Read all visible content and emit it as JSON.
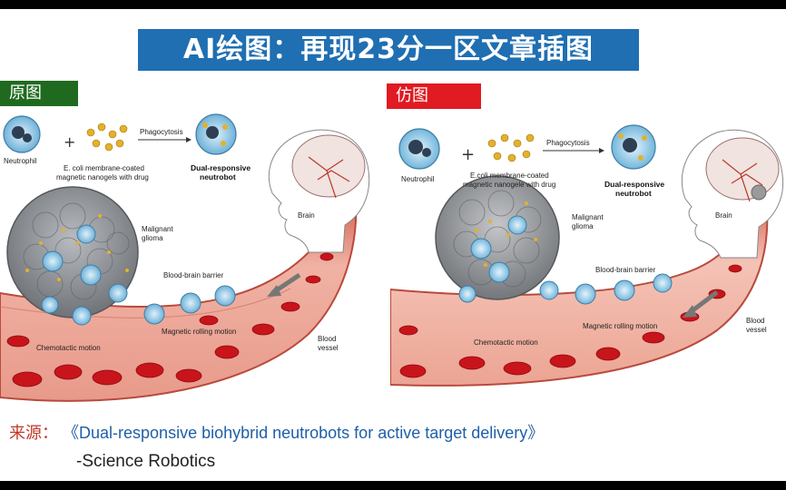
{
  "title": "AI绘图：再现23分一区文章插图",
  "tags": {
    "original": "原图",
    "copy": "仿图"
  },
  "left_panel": {
    "neutrophil": "Neutrophil",
    "nanogel_1": "E. coli membrane-coated",
    "nanogel_2": "magnetic nanogels with drug",
    "phagocytosis": "Phagocytosis",
    "neutrobot_1": "Dual-responsive",
    "neutrobot_2": "neutrobot",
    "brain": "Brain",
    "glioma_1": "Malignant",
    "glioma_2": "glioma",
    "bbb": "Blood-brain barrier",
    "rolling": "Magnetic rolling motion",
    "chemotactic": "Chemotactic motion",
    "vessel_1": "Blood",
    "vessel_2": "vessel"
  },
  "right_panel": {
    "neutrophil": "Neutrophil",
    "nanogel_1": "E.coli membrane-coated",
    "nanogel_2": "magnetic nanogele with drug",
    "phagocytosis": "Phagocytosis",
    "neutrobot_1": "Dual-responsive",
    "neutrobot_2": "neutrobot",
    "brain": "Brain",
    "glioma_1": "Malignant",
    "glioma_2": "glioma",
    "bbb": "Blood-brain barrier",
    "rolling": "Magnetic rolling motion",
    "chemotactic": "Chemotactic motion",
    "vessel_1": "Blood",
    "vessel_2": "vessel"
  },
  "source": {
    "label": "来源：",
    "paper": "《Dual-responsive biohybrid neutrobots for active target delivery》",
    "journal": "-Science Robotics"
  },
  "colors": {
    "title_bg": "#1f6fb2",
    "original_tag": "#1f6a1f",
    "copy_tag": "#e01b22",
    "vessel": "#e58a7a",
    "rbc": "#c8141b",
    "cell": "#8fc7e6",
    "glioma": "#8f9296",
    "nanogel": "#e4b12a"
  }
}
